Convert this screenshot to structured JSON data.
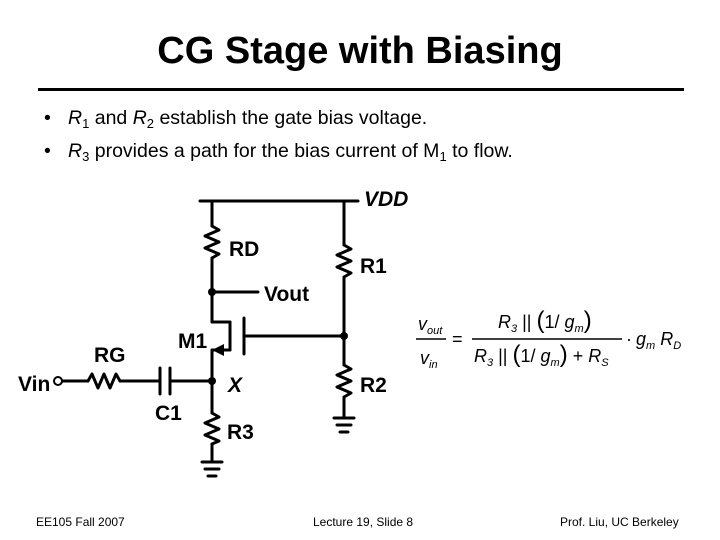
{
  "slide": {
    "title": "CG Stage with Biasing",
    "bullets": [
      {
        "parts": [
          "R",
          "1",
          " and ",
          "R",
          "2",
          " establish the gate bias voltage."
        ]
      },
      {
        "parts": [
          "R",
          "3",
          " provides a path for the bias current of M",
          "1",
          " to flow."
        ]
      }
    ]
  },
  "circuit": {
    "labels": {
      "vdd": "VDD",
      "rd": "RD",
      "r1": "R1",
      "r2": "R2",
      "r3": "R3",
      "rg": "RG",
      "c1": "C1",
      "m1": "M1",
      "vout": "Vout",
      "vin": "Vin",
      "x": "X"
    }
  },
  "equation": {
    "lhs_num": "v_out",
    "lhs_den": "v_in",
    "rhs": "(R3 || (1/gm)) / (R3 || (1/gm) + RS) · gm RD"
  },
  "footer": {
    "left": "EE105 Fall 2007",
    "center": "Lecture 19, Slide 8",
    "right": "Prof. Liu, UC Berkeley"
  }
}
